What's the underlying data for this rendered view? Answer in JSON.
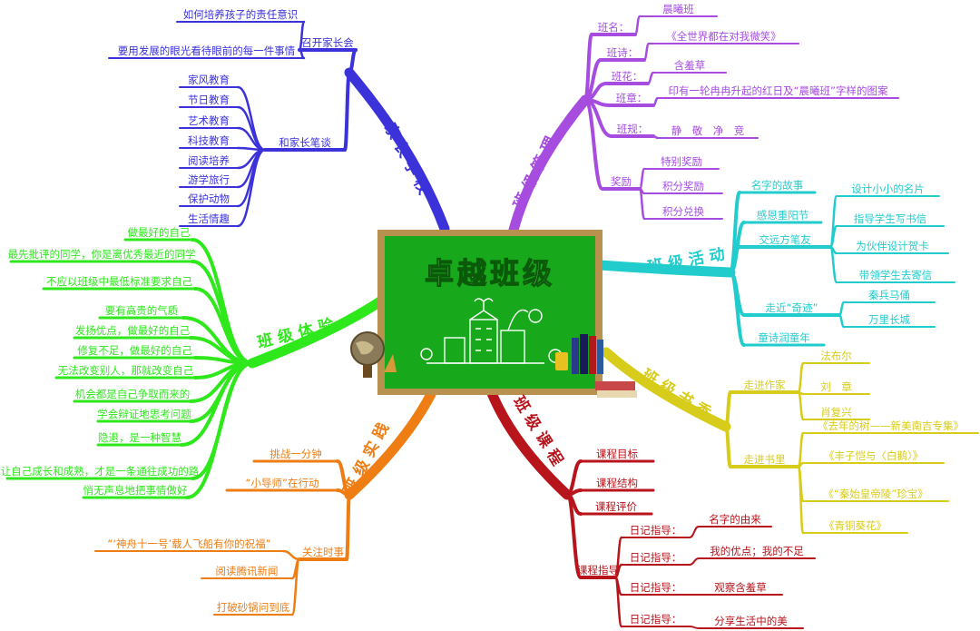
{
  "title": "卓越班级",
  "branches": [
    {
      "name": "家长学校",
      "color": "#3b32d9",
      "children": [
        {
          "label": "召开家长会",
          "items": [
            "如何培养孩子的责任意识",
            "要用发展的眼光看待眼前的每一件事情"
          ]
        },
        {
          "label": "和家长笔谈",
          "items": [
            "家风教育",
            "节日教育",
            "艺术教育",
            "科技教育",
            "阅读培养",
            "游学旅行",
            "保护动物",
            "生活情趣"
          ]
        }
      ]
    },
    {
      "name": "班级管理",
      "color": "#a64de0",
      "children": [
        {
          "label": "班名：",
          "items": [
            "晨曦班"
          ]
        },
        {
          "label": "班诗：",
          "items": [
            "《全世界都在对我微笑》"
          ]
        },
        {
          "label": "班花：",
          "items": [
            "含羞草"
          ]
        },
        {
          "label": "班章：",
          "items": [
            "印有一轮冉冉升起的红日及“晨曦班”字样的图案"
          ]
        },
        {
          "label": "班规：",
          "items": [
            "静　敬　净　竞"
          ]
        },
        {
          "label": "奖励",
          "items": [
            "特别奖励",
            "积分奖励",
            "积分兑换"
          ]
        }
      ]
    },
    {
      "name": "班级活动",
      "color": "#22cccc",
      "children": [
        {
          "label": "名字的故事"
        },
        {
          "label": "感恩重阳节"
        },
        {
          "label": "交远方笔友",
          "items": [
            "设计小小的名片",
            "指导学生写书信",
            "为伙伴设计贺卡",
            "带领学生去寄信"
          ]
        },
        {
          "label": "走近“奇迹”",
          "items": [
            "秦兵马俑",
            "万里长城"
          ]
        },
        {
          "label": "童诗润童年"
        }
      ]
    },
    {
      "name": "班级书香",
      "color": "#d8cc1a",
      "children": [
        {
          "label": "走进作家",
          "items": [
            "法布尔",
            "刘　章",
            "肖复兴"
          ]
        },
        {
          "label": "走进书里",
          "items": [
            "《去年的树——新美南吉专集》",
            "《丰子恺与〈白鹅〉》",
            "《“秦始皇帝陵”珍宝》",
            "《青铜葵花》"
          ]
        }
      ]
    },
    {
      "name": "班级课程",
      "color": "#b8141c",
      "children": [
        {
          "label": "课程目标"
        },
        {
          "label": "课程结构"
        },
        {
          "label": "课程评价"
        },
        {
          "label": "课程指导",
          "items": [
            {
              "label": "日记指导：",
              "value": "名字的由来"
            },
            {
              "label": "日记指导：",
              "value": "我的优点；我的不足"
            },
            {
              "label": "日记指导：",
              "value": "观察含羞草"
            },
            {
              "label": "日记指导：",
              "value": "分享生活中的美"
            }
          ]
        }
      ]
    },
    {
      "name": "班级实践",
      "color": "#ee7d14",
      "children": [
        {
          "label": "挑战一分钟"
        },
        {
          "label": "“小导师”在行动"
        },
        {
          "label": "关注时事",
          "items": [
            "“‘神舟十一号’载人飞船有你的祝福”",
            "阅读腾讯新闻",
            "打破砂锅问到底"
          ]
        }
      ]
    },
    {
      "name": "班级体验",
      "color": "#2ee81c",
      "children": [
        {
          "label": "做最好的自己"
        },
        {
          "label": "最先批评的同学，你是离优秀最近的同学"
        },
        {
          "label": "不应以班级中最低标准要求自己"
        },
        {
          "label": "要有高贵的气质"
        },
        {
          "label": "发扬优点，做最好的自己"
        },
        {
          "label": "修复不足，做最好的自己"
        },
        {
          "label": "无法改变别人，那就改变自己"
        },
        {
          "label": "机会都是自己争取而来的"
        },
        {
          "label": "学会辩证地思考问题"
        },
        {
          "label": "隐退，是一种智慧"
        },
        {
          "label": "让自己成长和成熟，才是一条通往成功的路"
        },
        {
          "label": "悄无声息地把事情做好"
        }
      ]
    }
  ]
}
